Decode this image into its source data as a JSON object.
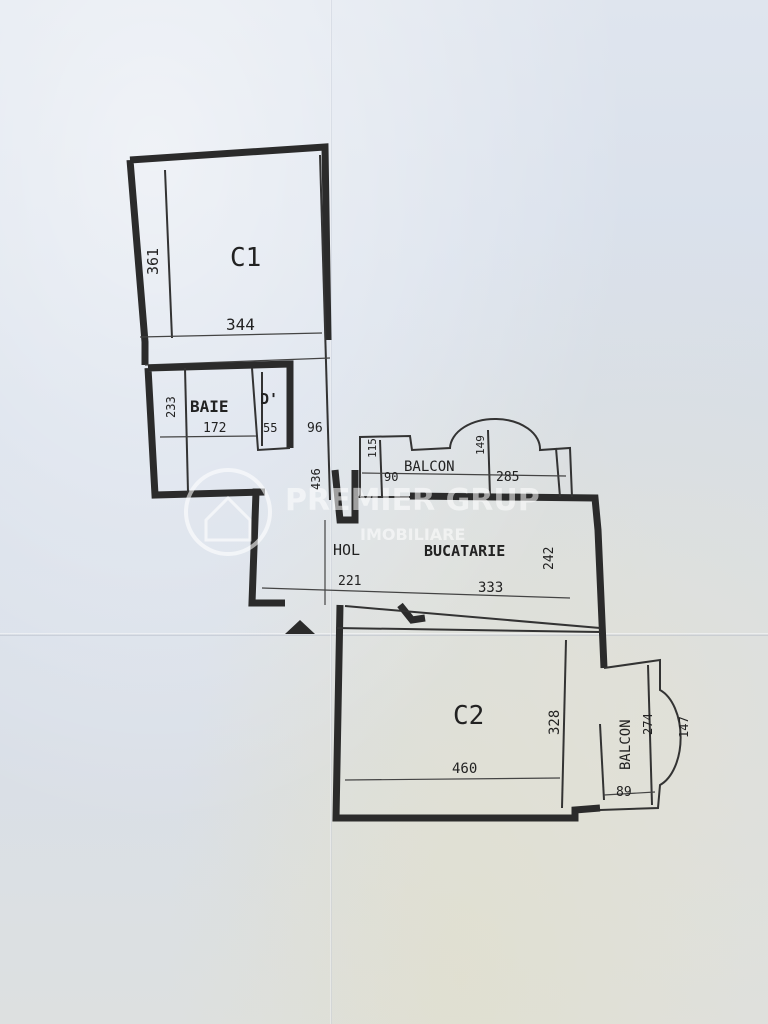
{
  "rooms": {
    "c1": "C1",
    "baie": "BAIE",
    "debara": "D'",
    "balcon_top": "BALCON",
    "hol": "HOL",
    "bucatarie": "BUCATARIE",
    "c2": "C2",
    "balcon_right": "BALCON"
  },
  "dimensions": {
    "c1_height": "361",
    "c1_width": "344",
    "baie_height": "233",
    "baie_width": "172",
    "debara_width": "55",
    "hol_small": "96",
    "hol_height": "436",
    "balcon_115": "115",
    "balcon_90": "90",
    "balcon_149": "149",
    "balcon_285": "285",
    "bucatarie_242": "242",
    "hol_width": "221",
    "bucatarie_width": "333",
    "c2_height": "328",
    "c2_width": "460",
    "balcon_274": "274",
    "balcon_147": "147",
    "balcon_89": "89"
  },
  "watermark": {
    "line1": "PREMIER GRUP",
    "line2": "IMOBILIARE"
  }
}
